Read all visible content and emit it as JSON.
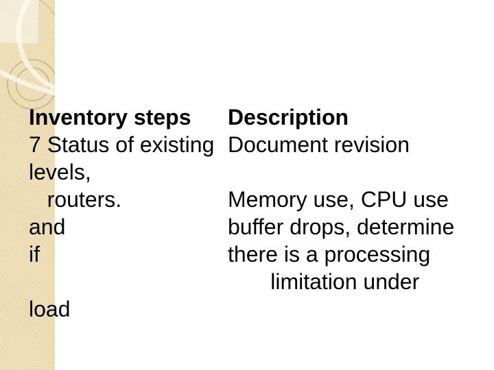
{
  "slide": {
    "kind": "presentation-slide",
    "palette": {
      "background": "#ffffff",
      "sidebar_base": "#ecdbb2",
      "sidebar_texture_light": "#f4e8c8",
      "sidebar_texture_dark": "#e5d1a0",
      "sidebar_swash": "#f8f2e0",
      "sidebar_ring": "#bfa878",
      "highlight_overlay": "#ffffff",
      "text": "#000000"
    },
    "table": {
      "columns": [
        {
          "id": "inventory-steps",
          "header": "Inventory steps",
          "lines": [
            "7 Status of existing",
            "levels,",
            "   routers.",
            "and",
            "if",
            "",
            "load"
          ]
        },
        {
          "id": "description",
          "header": "Description",
          "lines": [
            "Document revision",
            "",
            "Memory use, CPU use",
            "buffer drops, determine",
            "there is a processing",
            "       limitation under",
            ""
          ]
        }
      ]
    }
  }
}
